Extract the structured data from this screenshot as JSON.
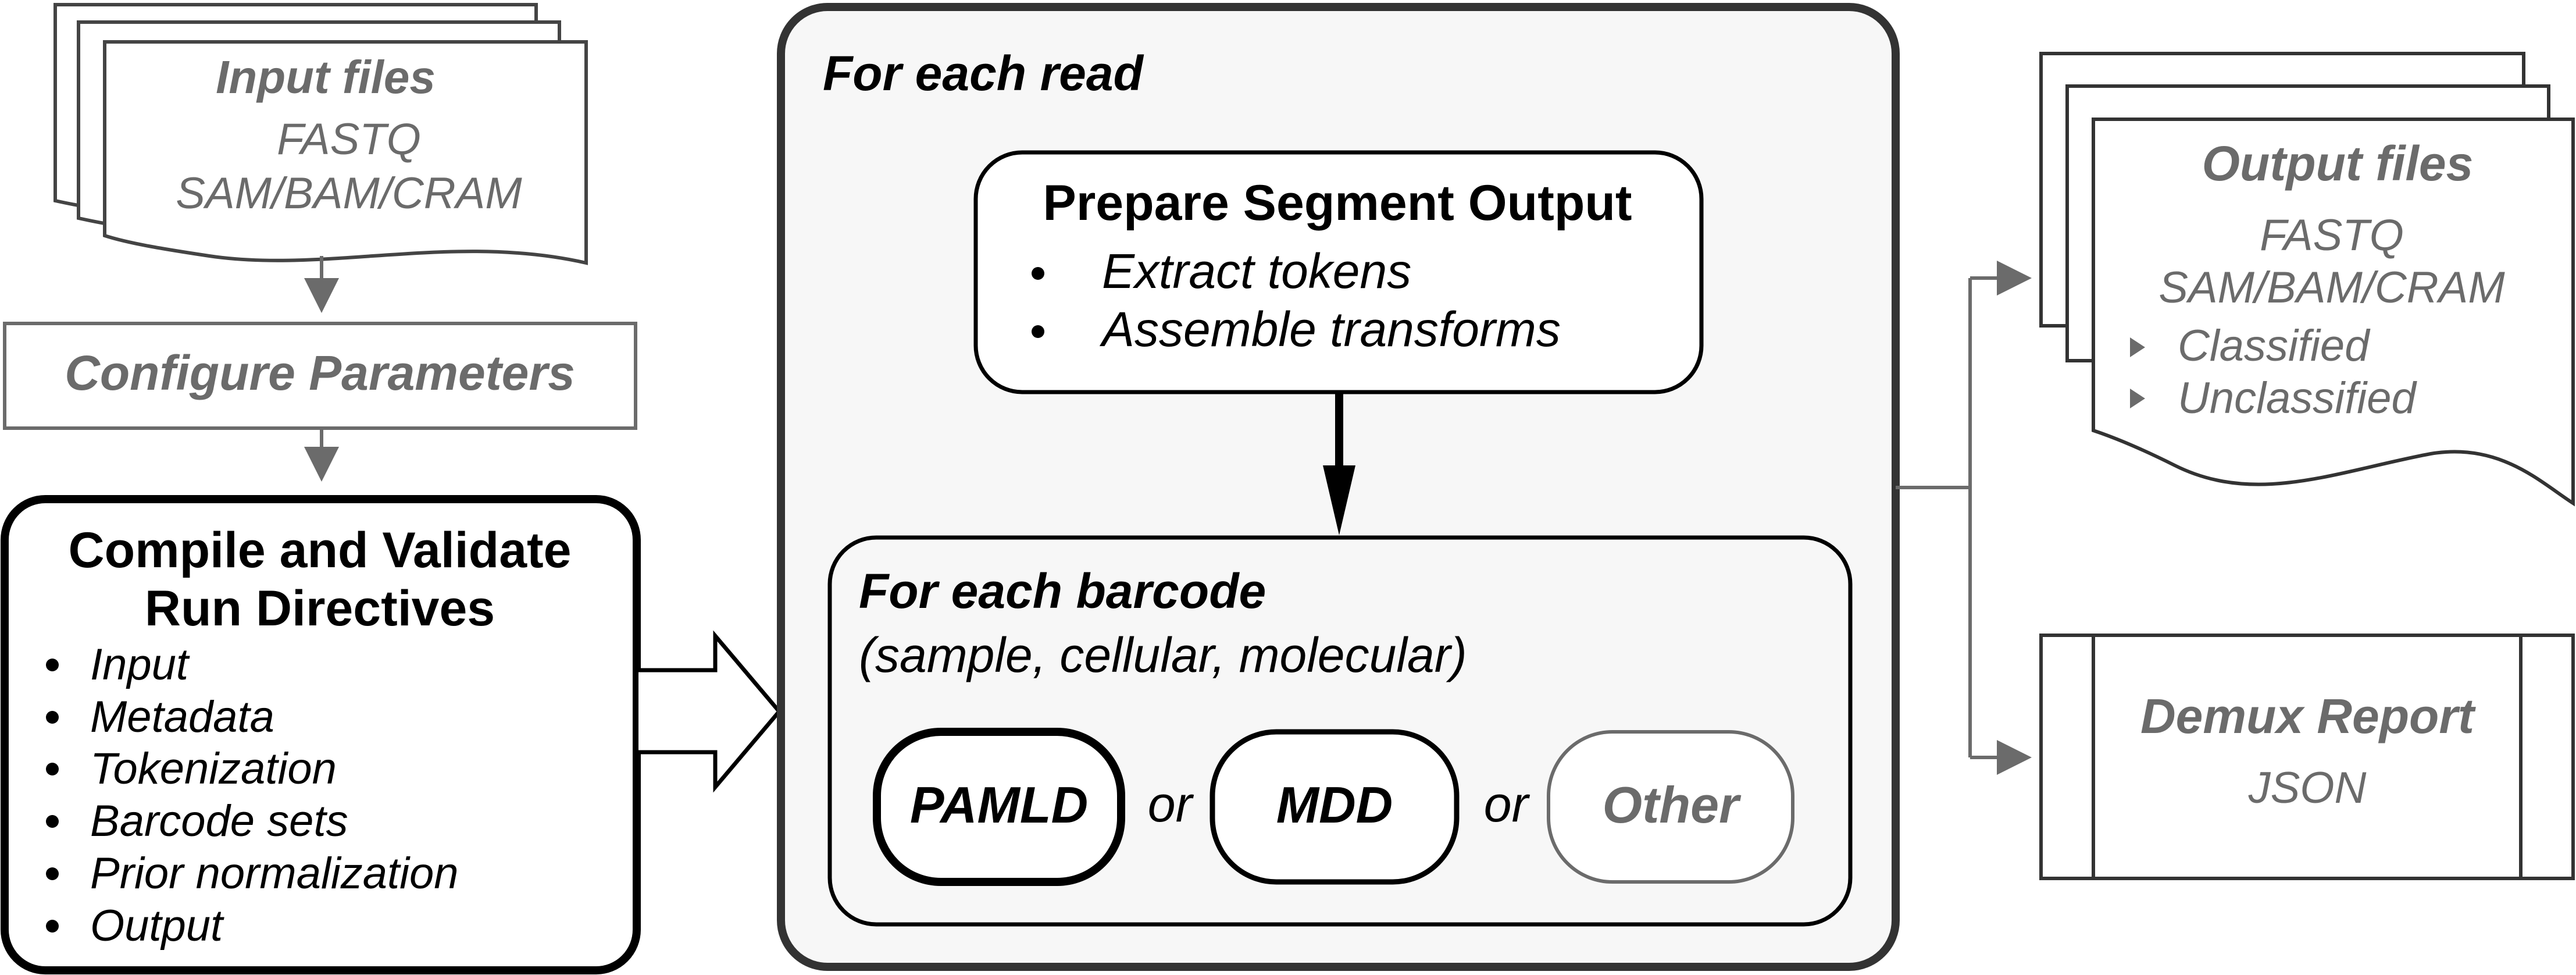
{
  "input_files": {
    "title": "Input files",
    "formats": [
      "FASTQ",
      "SAM/BAM/CRAM"
    ]
  },
  "configure": {
    "label": "Configure Parameters"
  },
  "compile": {
    "title_line1": "Compile and Validate",
    "title_line2": "Run Directives",
    "items": [
      "Input",
      "Metadata",
      "Tokenization",
      "Barcode sets",
      "Prior normalization",
      "Output"
    ]
  },
  "for_each_read": {
    "label": "For each read",
    "prepare": {
      "title": "Prepare Segment Output",
      "items": [
        "Extract tokens",
        "Assemble transforms"
      ]
    },
    "for_each_barcode": {
      "label": "For each barcode",
      "sublabel": "(sample, cellular, molecular)",
      "methods": [
        "PAMLD",
        "MDD",
        "Other"
      ],
      "separator": "or"
    }
  },
  "output_files": {
    "title": "Output files",
    "formats": [
      "FASTQ",
      "SAM/BAM/CRAM"
    ],
    "items": [
      "Classified",
      "Unclassified"
    ]
  },
  "demux_report": {
    "title": "Demux Report",
    "format": "JSON"
  },
  "colors": {
    "gray": "#6b6b6b",
    "dark": "#222222",
    "panel_fill": "#f7f7f7"
  }
}
